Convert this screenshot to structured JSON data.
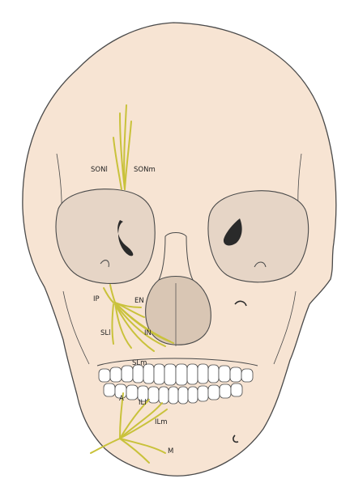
{
  "labels": {
    "soni": "SONl",
    "sonm": "SONm",
    "ip": "IP",
    "en": "EN",
    "sli": "SLl",
    "in": "IN",
    "slm": "SLm",
    "a": "A",
    "ili": "ILl",
    "ilm": "ILm",
    "m": "M"
  },
  "colors": {
    "bone": "#f7e4d3",
    "outline": "#4a4a4a",
    "orbit": "#e6d5c6",
    "cavity": "#d9c6b4",
    "nerve": "#c9c23b",
    "teeth": "#ffffff"
  }
}
